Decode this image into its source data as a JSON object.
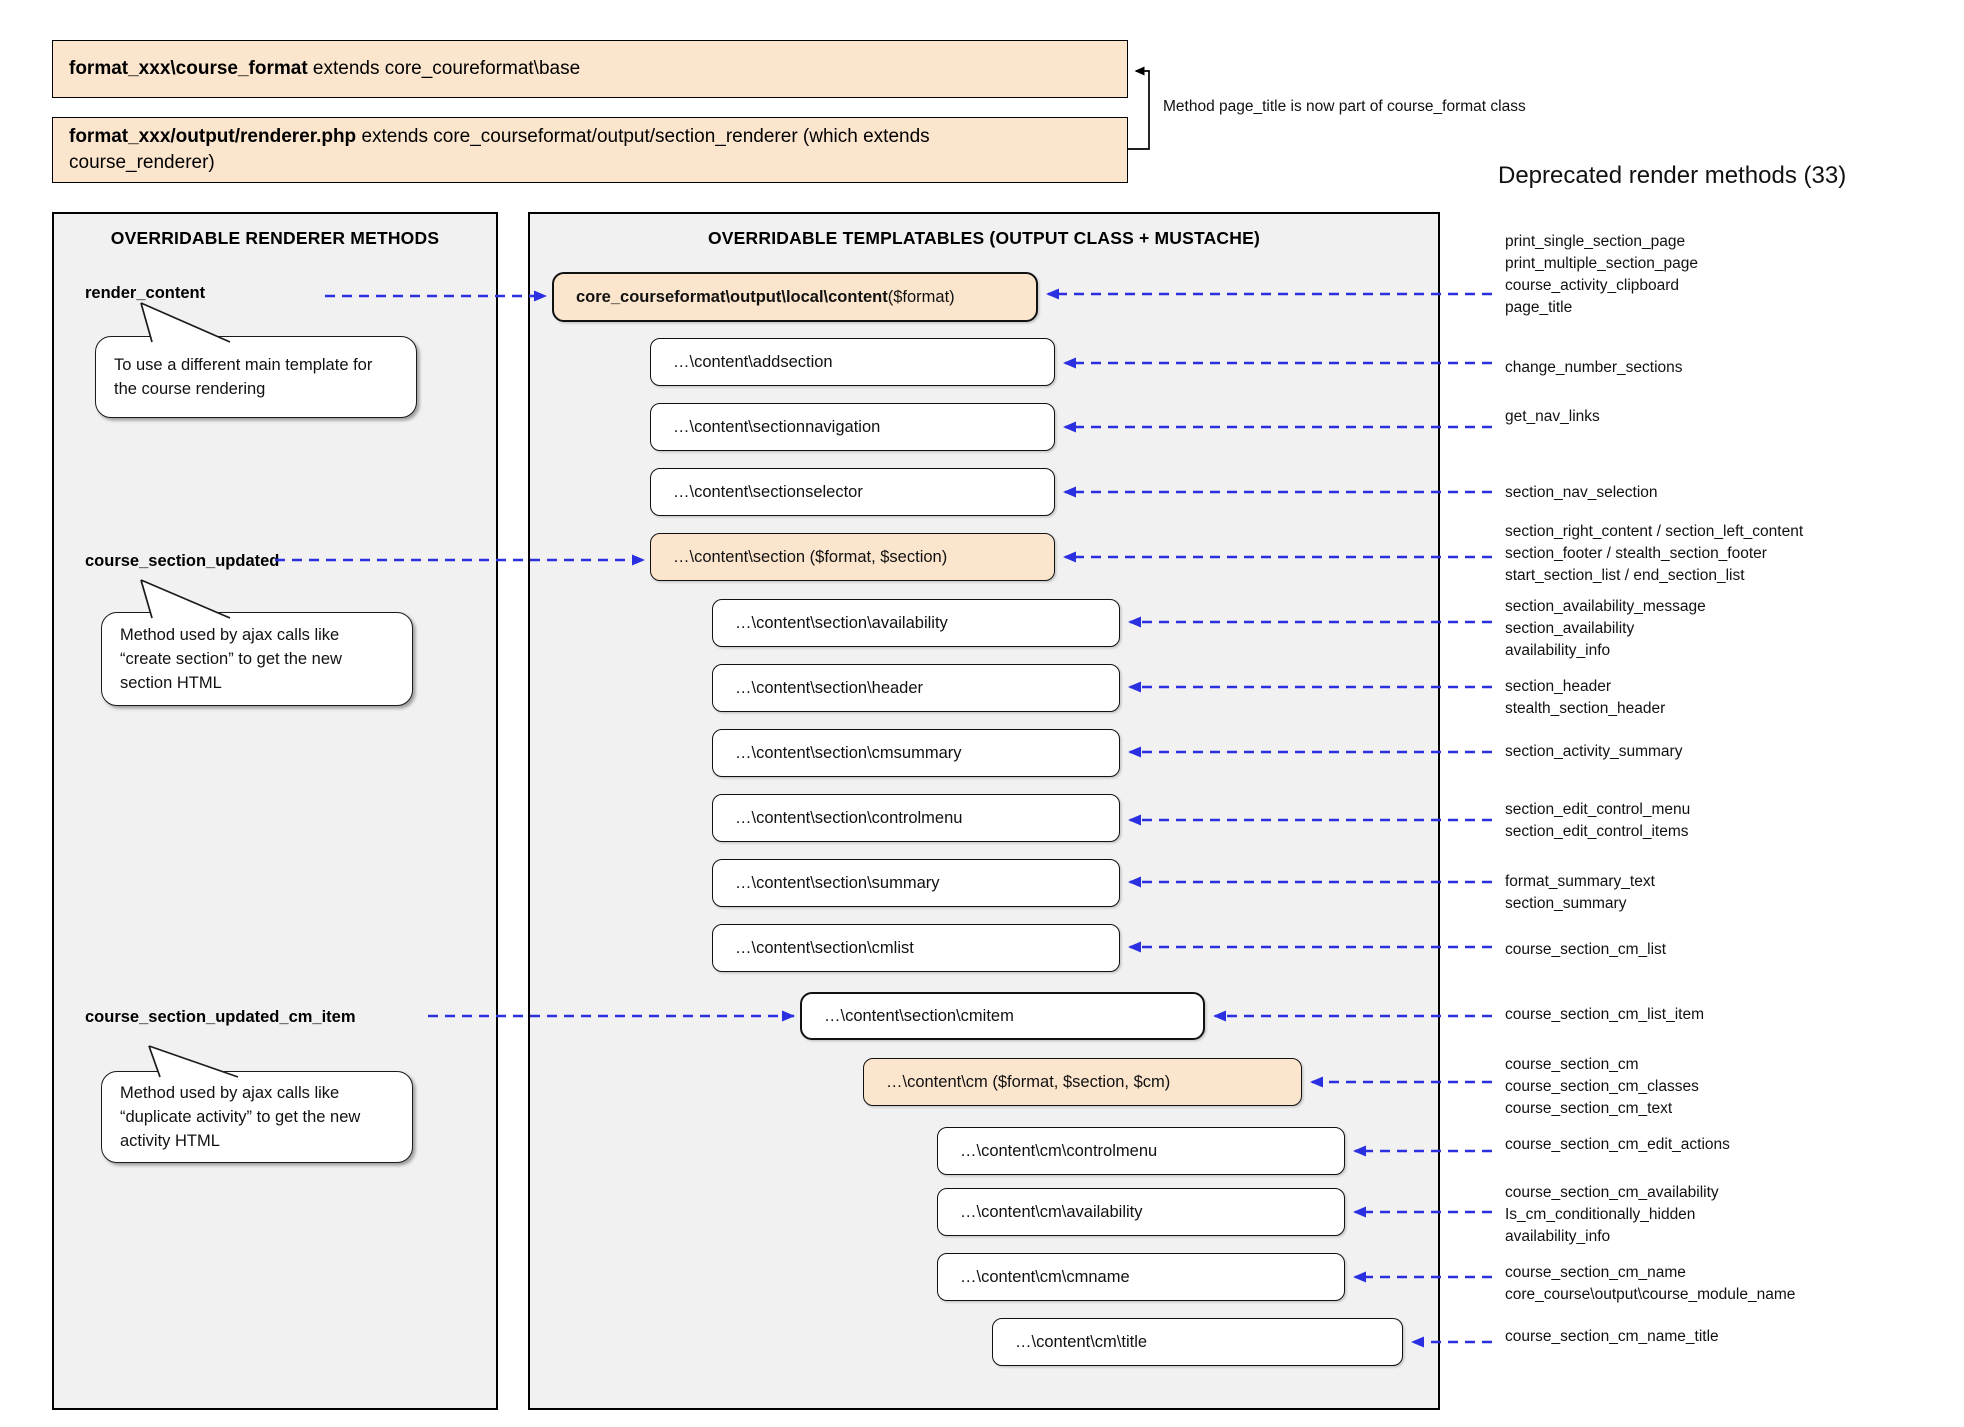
{
  "header": {
    "class_box": {
      "bold": "format_xxx\\course_format",
      "rest": " extends core_coureformat\\base"
    },
    "renderer_box": {
      "bold": "format_xxx/output/renderer.php",
      "rest": " extends core_courseformat/output/section_renderer (which extends course_renderer)"
    },
    "bracket_note": "Method page_title is now part of course_format class",
    "deprecated_heading": "Deprecated render methods (33)"
  },
  "renderer_panel": {
    "title": "OVERRIDABLE RENDERER METHODS",
    "methods": [
      {
        "name": "render_content",
        "note": "To use a different main template for the course rendering"
      },
      {
        "name": "course_section_updated",
        "note": "Method used by ajax calls like “create section” to get the new section HTML"
      },
      {
        "name": "course_section_updated_cm_item",
        "note": "Method used by ajax calls like “duplicate activity” to get the new activity HTML"
      }
    ]
  },
  "templatables_panel": {
    "title": "OVERRIDABLE TEMPLATABLES (OUTPUT CLASS + MUSTACHE)",
    "boxes": [
      {
        "id": "content",
        "bold": "core_courseformat\\output\\local\\content",
        "rest": " ($format)",
        "variant": "highlight-strong"
      },
      {
        "id": "addsection",
        "label": "…\\content\\addsection",
        "variant": "plain"
      },
      {
        "id": "sectionnavigation",
        "label": "…\\content\\sectionnavigation",
        "variant": "plain"
      },
      {
        "id": "sectionselector",
        "label": "…\\content\\sectionselector",
        "variant": "plain"
      },
      {
        "id": "section",
        "label": "…\\content\\section ($format, $section)",
        "variant": "highlight"
      },
      {
        "id": "section-availability",
        "label": "…\\content\\section\\availability",
        "variant": "plain"
      },
      {
        "id": "section-header",
        "label": "…\\content\\section\\header",
        "variant": "plain"
      },
      {
        "id": "section-cmsummary",
        "label": "…\\content\\section\\cmsummary",
        "variant": "plain"
      },
      {
        "id": "section-controlmenu",
        "label": "…\\content\\section\\controlmenu",
        "variant": "plain"
      },
      {
        "id": "section-summary",
        "label": "…\\content\\section\\summary",
        "variant": "plain"
      },
      {
        "id": "section-cmlist",
        "label": "…\\content\\section\\cmlist",
        "variant": "plain"
      },
      {
        "id": "section-cmitem",
        "label": "…\\content\\section\\cmitem",
        "variant": "strong"
      },
      {
        "id": "cm",
        "label": "…\\content\\cm ($format, $section, $cm)",
        "variant": "highlight"
      },
      {
        "id": "cm-controlmenu",
        "label": "…\\content\\cm\\controlmenu",
        "variant": "plain"
      },
      {
        "id": "cm-availability",
        "label": "…\\content\\cm\\availability",
        "variant": "plain"
      },
      {
        "id": "cm-cmname",
        "label": "…\\content\\cm\\cmname",
        "variant": "plain"
      },
      {
        "id": "cm-title",
        "label": "…\\content\\cm\\title",
        "variant": "plain"
      }
    ]
  },
  "deprecated_groups": [
    {
      "lines": [
        "print_single_section_page",
        "print_multiple_section_page",
        "course_activity_clipboard",
        "page_title"
      ]
    },
    {
      "lines": [
        "change_number_sections"
      ]
    },
    {
      "lines": [
        "get_nav_links"
      ]
    },
    {
      "lines": [
        "section_nav_selection"
      ]
    },
    {
      "lines": [
        "section_right_content / section_left_content",
        "section_footer / stealth_section_footer",
        "start_section_list / end_section_list"
      ]
    },
    {
      "lines": [
        "section_availability_message",
        "section_availability",
        "availability_info"
      ]
    },
    {
      "lines": [
        "section_header",
        "stealth_section_header"
      ]
    },
    {
      "lines": [
        "section_activity_summary"
      ]
    },
    {
      "lines": [
        "section_edit_control_menu",
        "section_edit_control_items"
      ]
    },
    {
      "lines": [
        "format_summary_text",
        "section_summary"
      ]
    },
    {
      "lines": [
        "course_section_cm_list"
      ]
    },
    {
      "lines": [
        "course_section_cm_list_item"
      ]
    },
    {
      "lines": [
        "course_section_cm",
        "course_section_cm_classes",
        "course_section_cm_text"
      ]
    },
    {
      "lines": [
        "course_section_cm_edit_actions"
      ]
    },
    {
      "lines": [
        "course_section_cm_availability",
        "Is_cm_conditionally_hidden",
        "availability_info"
      ]
    },
    {
      "lines": [
        "course_section_cm_name",
        "core_course\\output\\course_module_name"
      ]
    },
    {
      "lines": [
        "course_section_cm_name_title"
      ]
    }
  ],
  "colors": {
    "highlight": "#fce5cd",
    "arrow": "#2a2fe0",
    "panel_bg": "#f1f1f2"
  }
}
